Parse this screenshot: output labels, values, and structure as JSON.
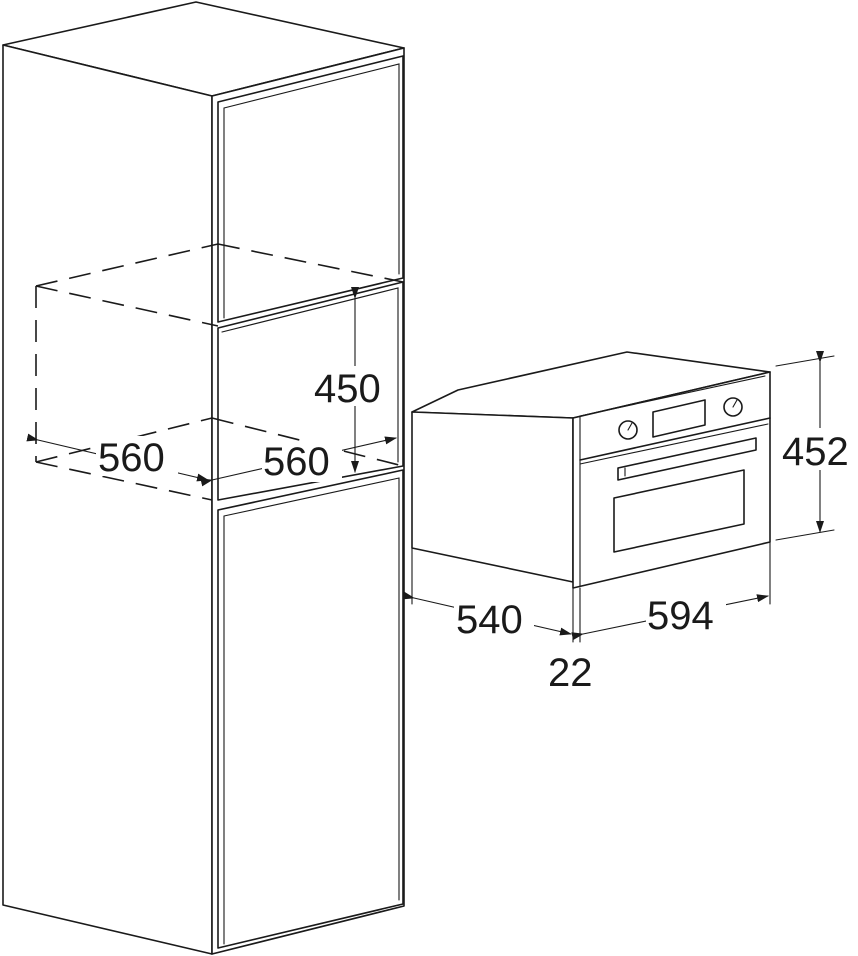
{
  "cabinet": {
    "niche_height": "450",
    "niche_width": "560",
    "niche_depth": "560"
  },
  "oven": {
    "height": "452",
    "depth": "540",
    "width": "594",
    "front_thickness": "22"
  }
}
